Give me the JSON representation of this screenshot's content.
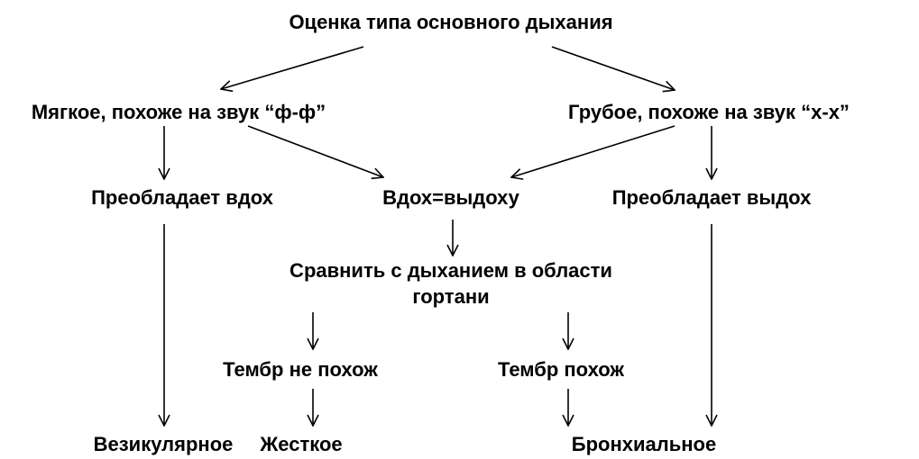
{
  "diagram": {
    "nodes": {
      "root": "Оценка типа основного дыхания",
      "soft": "Мягкое, похоже на звук “ф-ф”",
      "rough": "Грубое, похоже на звук “х-х”",
      "inhale_dominates": "Преобладает вдох",
      "equal": "Вдох=выдоху",
      "exhale_dominates": "Преобладает выдох",
      "compare_line1": "Сравнить с дыханием в области",
      "compare_line2": "гортани",
      "timbre_not_similar": "Тембр не похож",
      "timbre_similar": "Тембр похож",
      "vesicular": "Везикулярное",
      "harsh": "Жесткое",
      "bronchial": "Бронхиальное"
    },
    "colors": {
      "text": "#000000",
      "arrow": "#000000",
      "background": "#ffffff"
    }
  }
}
